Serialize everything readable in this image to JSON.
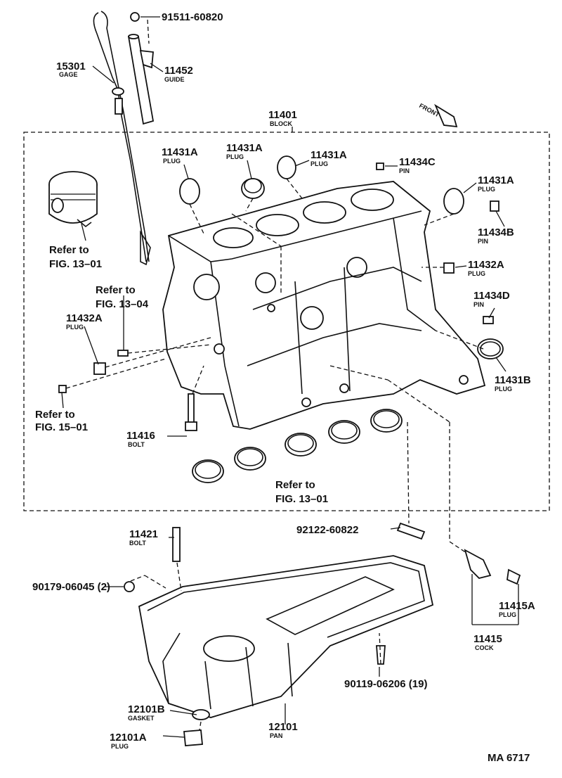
{
  "labels": {
    "p91511": "91511-60820",
    "p15301": "15301",
    "p15301_name": "GAGE",
    "p11452": "11452",
    "p11452_name": "GUIDE",
    "p11401": "11401",
    "p11401_name": "BLOCK",
    "front": "FRONT",
    "plugA1": "11431A",
    "plugA1_name": "PLUG",
    "plugA2": "11431A",
    "plugA2_name": "PLUG",
    "plugA3": "11431A",
    "plugA3_name": "PLUG",
    "pinC": "11434C",
    "pinC_name": "PIN",
    "plugA4": "11431A",
    "plugA4_name": "PLUG",
    "pinB": "11434B",
    "pinB_name": "PIN",
    "plug32A_r": "11432A",
    "plug32A_r_name": "PLUG",
    "pinD": "11434D",
    "pinD_name": "PIN",
    "plugB": "11431B",
    "plugB_name": "PLUG",
    "ref1301_a1": "Refer to",
    "ref1301_a2": "FIG. 13–01",
    "ref1304_1": "Refer to",
    "ref1304_2": "FIG. 13–04",
    "plug32A_l": "11432A",
    "plug32A_l_name": "PLUG",
    "ref1501_1": "Refer to",
    "ref1501_2": "FIG. 15–01",
    "bolt11416": "11416",
    "bolt11416_name": "BOLT",
    "ref1301_b1": "Refer to",
    "ref1301_b2": "FIG. 13–01",
    "p92122": "92122-60822",
    "bolt11421": "11421",
    "bolt11421_name": "BOLT",
    "p90179": "90179-06045 (2)",
    "cockPlug": "11415A",
    "cockPlug_name": "PLUG",
    "cock": "11415",
    "cock_name": "COCK",
    "p90119": "90119-06206 (19)",
    "gasket": "12101B",
    "gasket_name": "GASKET",
    "pan": "12101",
    "pan_name": "PAN",
    "plug12101A": "12101A",
    "plug12101A_name": "PLUG",
    "code": "MA 6717"
  }
}
